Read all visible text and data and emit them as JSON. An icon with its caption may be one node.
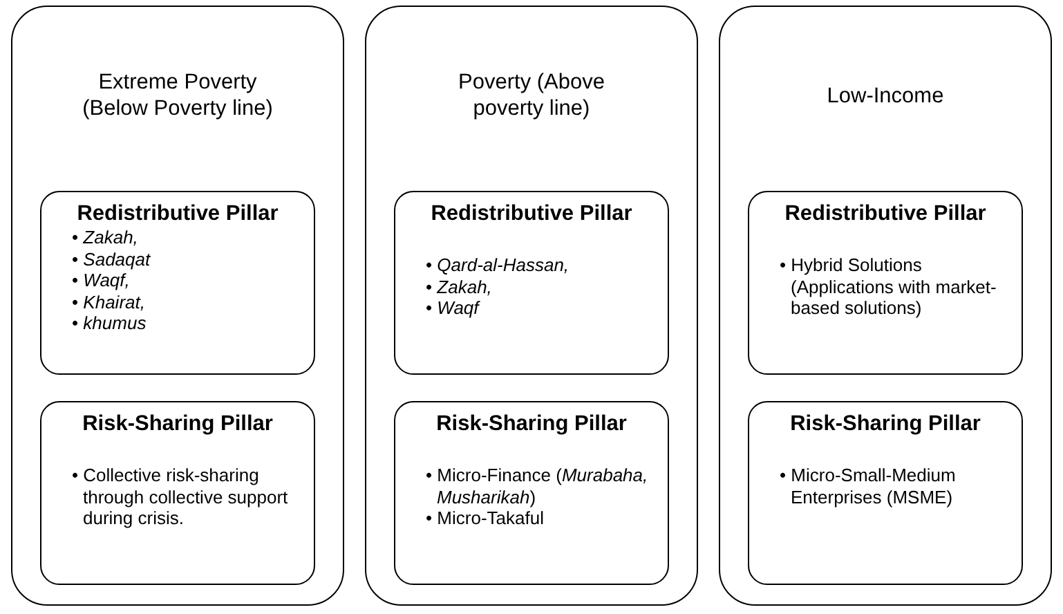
{
  "diagram": {
    "nodes": [
      {
        "text": [
          "Extreme Poverty (Below Poverty line)"
        ]
      },
      {
        "text": [
          "Redistributive Pillar",
          "• *Zakah,*",
          "• *Sadaqat*",
          "• *Waqf,*",
          "• *Khairat,*",
          "• *khumus*"
        ],
        "in": 0
      },
      {
        "text": [
          "Risk-Sharing Pillar",
          "• Collective risk-sharing through collective support during crisis."
        ],
        "in": 0
      },
      {
        "text": [
          "Poverty (Above poverty line)"
        ]
      },
      {
        "text": [
          "Redistributive Pillar",
          "• *Qard-al-Hassan,*",
          "• *Zakah,*",
          "• *Waqf*"
        ],
        "in": 3
      },
      {
        "text": [
          "Risk-Sharing Pillar",
          "• Micro-Finance (*Murabaha, Musharikah*)",
          "• Micro-Takaful"
        ],
        "in": 3
      },
      {
        "text": [
          "Low-Income"
        ]
      },
      {
        "text": [
          "Redistributive Pillar",
          "• Hybrid Solutions (Applications with market-based solutions)"
        ],
        "in": 6
      },
      {
        "text": [
          "Risk-Sharing Pillar",
          "• Micro-Small-Medium Enterprises (MSME)"
        ],
        "in": 6
      }
    ]
  }
}
